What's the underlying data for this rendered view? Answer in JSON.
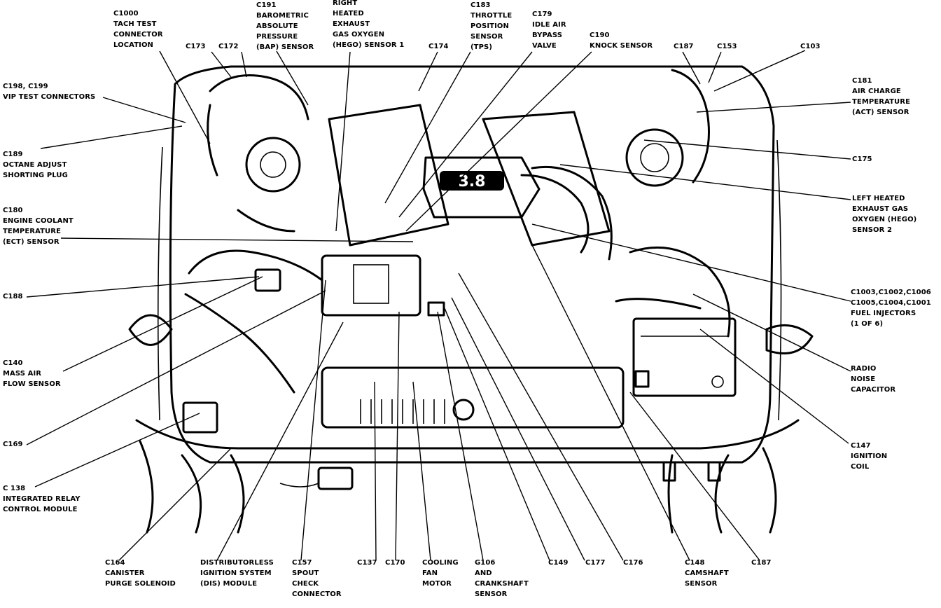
{
  "engine_badge": "3.8",
  "labels": {
    "c1000": [
      "C1000",
      "TACH TEST",
      "CONNECTOR",
      "LOCATION"
    ],
    "c173": [
      "C173"
    ],
    "c172": [
      "C172"
    ],
    "c191": [
      "C191",
      "BAROMETRIC",
      "ABSOLUTE",
      "PRESSURE",
      "(BAP) SENSOR"
    ],
    "right_hego": [
      "RIGHT",
      "HEATED",
      "EXHAUST",
      "GAS OXYGEN",
      "(HEGO) SENSOR 1"
    ],
    "c174": [
      "C174"
    ],
    "c183": [
      "C183",
      "THROTTLE",
      "POSITION",
      "SENSOR",
      "(TPS)"
    ],
    "c179": [
      "C179",
      "IDLE AIR",
      "BYPASS",
      "VALVE"
    ],
    "c190": [
      "C190",
      "KNOCK SENSOR"
    ],
    "c187_top": [
      "C187"
    ],
    "c153": [
      "C153"
    ],
    "c103": [
      "C103"
    ],
    "c198": [
      "C198, C199",
      "VIP TEST CONNECTORS"
    ],
    "c181": [
      "C181",
      "AIR CHARGE",
      "TEMPERATURE",
      "(ACT) SENSOR"
    ],
    "c189": [
      "C189",
      "OCTANE ADJUST",
      "SHORTING PLUG"
    ],
    "c175": [
      "C175"
    ],
    "left_hego": [
      "LEFT HEATED",
      "EXHAUST GAS",
      "OXYGEN (HEGO)",
      "SENSOR 2"
    ],
    "c180": [
      "C180",
      "ENGINE COOLANT",
      "TEMPERATURE",
      "(ECT) SENSOR"
    ],
    "c188": [
      "C188"
    ],
    "injectors": [
      "C1003,C1002,C1006",
      "C1005,C1004,C1001",
      "FUEL INJECTORS",
      "(1 OF 6)"
    ],
    "c140": [
      "C140",
      "MASS AIR",
      "FLOW SENSOR"
    ],
    "radio_cap": [
      "RADIO",
      "NOISE",
      "CAPACITOR"
    ],
    "c169": [
      "C169"
    ],
    "c147": [
      "C147",
      "IGNITION",
      "COIL"
    ],
    "c138": [
      "C 138",
      "INTEGRATED RELAY",
      "CONTROL MODULE"
    ],
    "c164": [
      "C164",
      "CANISTER",
      "PURGE SOLENOID"
    ],
    "dis": [
      "DISTRIBUTORLESS",
      "IGNITION SYSTEM",
      "(DIS) MODULE"
    ],
    "c157": [
      "C157",
      "SPOUT",
      "CHECK",
      "CONNECTOR"
    ],
    "c137": [
      "C137"
    ],
    "c170": [
      "C170"
    ],
    "cooling": [
      "COOLING",
      "FAN",
      "MOTOR"
    ],
    "g106": [
      "G106",
      "AND",
      "CRANKSHAFT",
      "SENSOR"
    ],
    "c149": [
      "C149"
    ],
    "c177": [
      "C177"
    ],
    "c176": [
      "C176"
    ],
    "c148": [
      "C148",
      "CAMSHAFT",
      "SENSOR"
    ],
    "c187_bottom": [
      "C187"
    ]
  }
}
